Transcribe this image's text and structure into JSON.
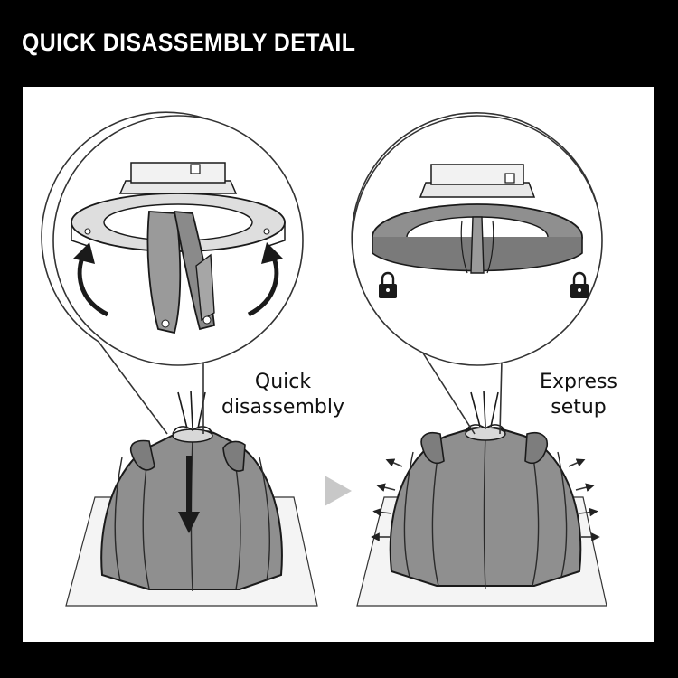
{
  "banner": {
    "title": "QUICK DISASSEMBLY DETAIL"
  },
  "left_step": {
    "caption_line1": "Quick",
    "caption_line2": "disassembly"
  },
  "right_step": {
    "caption_line1": "Express",
    "caption_line2": "setup"
  },
  "colors": {
    "background": "#000000",
    "panel": "#ffffff",
    "softbox_fill": "#8f8f8f",
    "outline": "#1a1a1a",
    "next_arrow": "#c8c8c8"
  },
  "icons": [
    "curved-arrow-icon",
    "down-arrow-icon",
    "lock-icon",
    "next-step-arrow-icon",
    "expand-arrow-icon"
  ]
}
